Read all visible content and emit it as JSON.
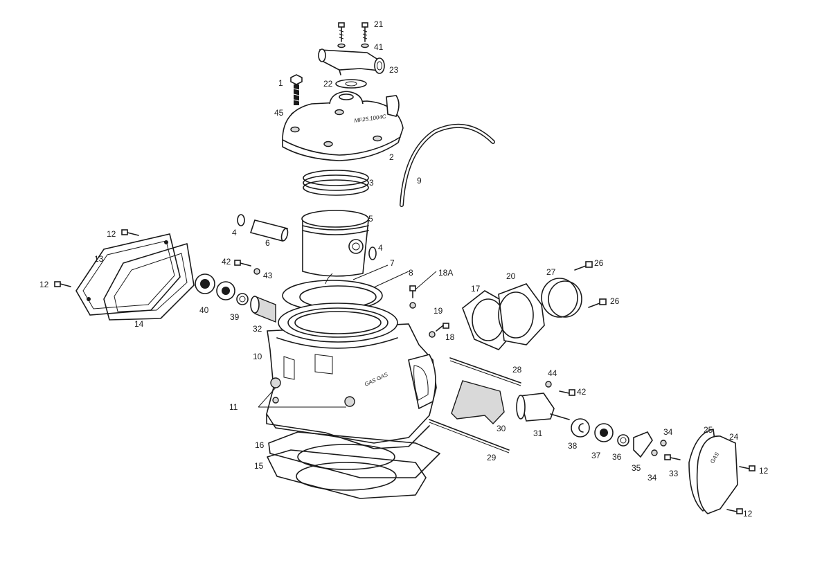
{
  "diagram": {
    "callouts": {
      "c1": "1",
      "c2": "2",
      "c3": "3",
      "c4a": "4",
      "c4b": "4",
      "c5": "5",
      "c6": "6",
      "c7": "7",
      "c8": "8",
      "c9": "9",
      "c10": "10",
      "c11": "11",
      "c12a": "12",
      "c12b": "12",
      "c12c": "12",
      "c12d": "12",
      "c13": "13",
      "c14": "14",
      "c15": "15",
      "c16": "16",
      "c17": "17",
      "c18": "18",
      "c18a": "18A",
      "c19": "19",
      "c20": "20",
      "c21": "21",
      "c22": "22",
      "c23": "23",
      "c24": "24",
      "c25": "25",
      "c26a": "26",
      "c26b": "26",
      "c27": "27",
      "c28": "28",
      "c29": "29",
      "c30": "30",
      "c31": "31",
      "c32": "32",
      "c33": "33",
      "c34a": "34",
      "c34b": "34",
      "c35": "35",
      "c36": "36",
      "c37": "37",
      "c38": "38",
      "c39": "39",
      "c40": "40",
      "c41": "41",
      "c42a": "42",
      "c42b": "42",
      "c43": "43",
      "c44": "44",
      "c45": "45"
    },
    "stamps": {
      "head_code": "MF25.1004C",
      "cylinder_brand": "GAS GAS",
      "cover_brand": "GAS"
    }
  }
}
